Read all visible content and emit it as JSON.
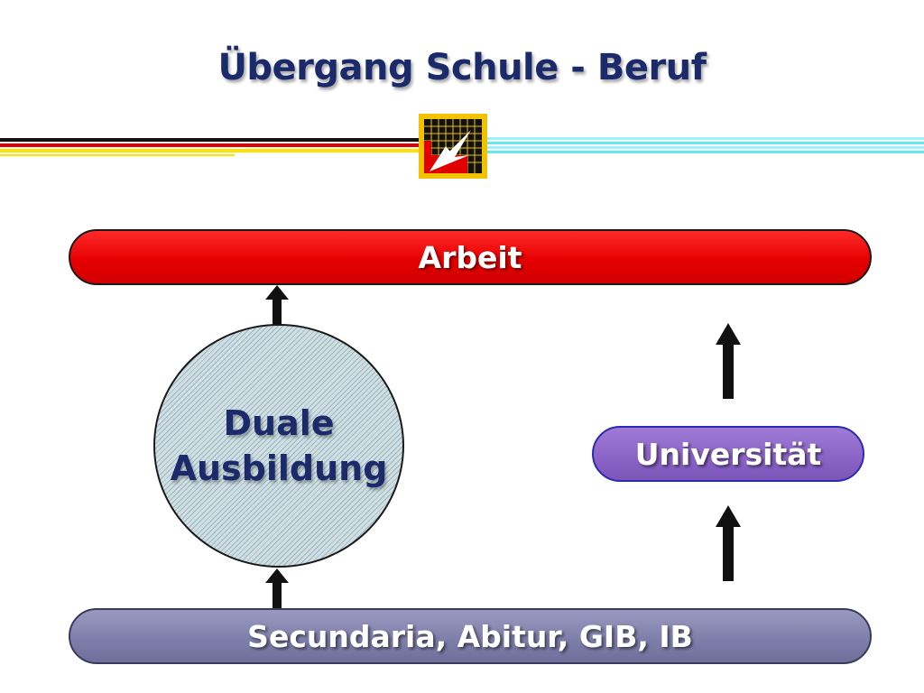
{
  "title": "Übergang Schule - Beruf",
  "colors": {
    "title": "#1b2a6b",
    "arbeit": "#e60000",
    "secundaria": "#7f7fab",
    "universitaet": "#8a63c6",
    "circle": "#cfe0e4",
    "stripe_black": "#111111",
    "stripe_red": "#e00000",
    "stripe_yellow": "#ffe000",
    "stripe_cyan": "#66e6f0"
  },
  "boxes": {
    "arbeit": "Arbeit",
    "duale_line1": "Duale",
    "duale_line2": "Ausbildung",
    "universitaet": "Universität",
    "secundaria": "Secundaria, Abitur, GIB, IB"
  },
  "icons": {
    "logo": "school-logo-icon",
    "arrow": "arrow-up-icon"
  }
}
